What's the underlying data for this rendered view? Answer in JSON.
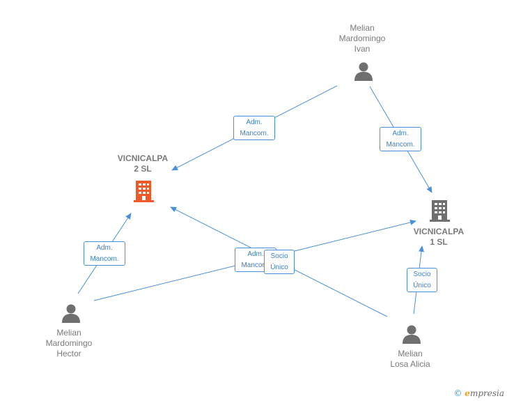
{
  "colors": {
    "edge": "#4a90d9",
    "company_main": "#f05a28",
    "company_other": "#6f6f6f",
    "person": "#6f6f6f"
  },
  "nodes": {
    "ivan": {
      "label": "Melian\nMardomingo\nIvan",
      "icon": "person-icon"
    },
    "hector": {
      "label": "Melian\nMardomingo\nHector",
      "icon": "person-icon"
    },
    "alicia": {
      "label": "Melian\nLosa Alicia",
      "icon": "person-icon"
    },
    "vic2": {
      "label": "VICNICALPA\n2  SL",
      "icon": "building-icon"
    },
    "vic1": {
      "label": "VICNICALPA\n1  SL",
      "icon": "building-icon"
    }
  },
  "relations": {
    "ivan_vic2": "Adm.\nMancom.",
    "ivan_vic1": "Adm.\nMancom.",
    "hector_vic2": "Adm.\nMancom.",
    "hector_vic1": "Adm.\nMancom.",
    "alicia_vic2": "Socio\nÚnico",
    "alicia_vic1": "Socio\nÚnico"
  },
  "footer": {
    "copyright": "©",
    "brand_e": "e",
    "brand_rest": "mpresia"
  }
}
